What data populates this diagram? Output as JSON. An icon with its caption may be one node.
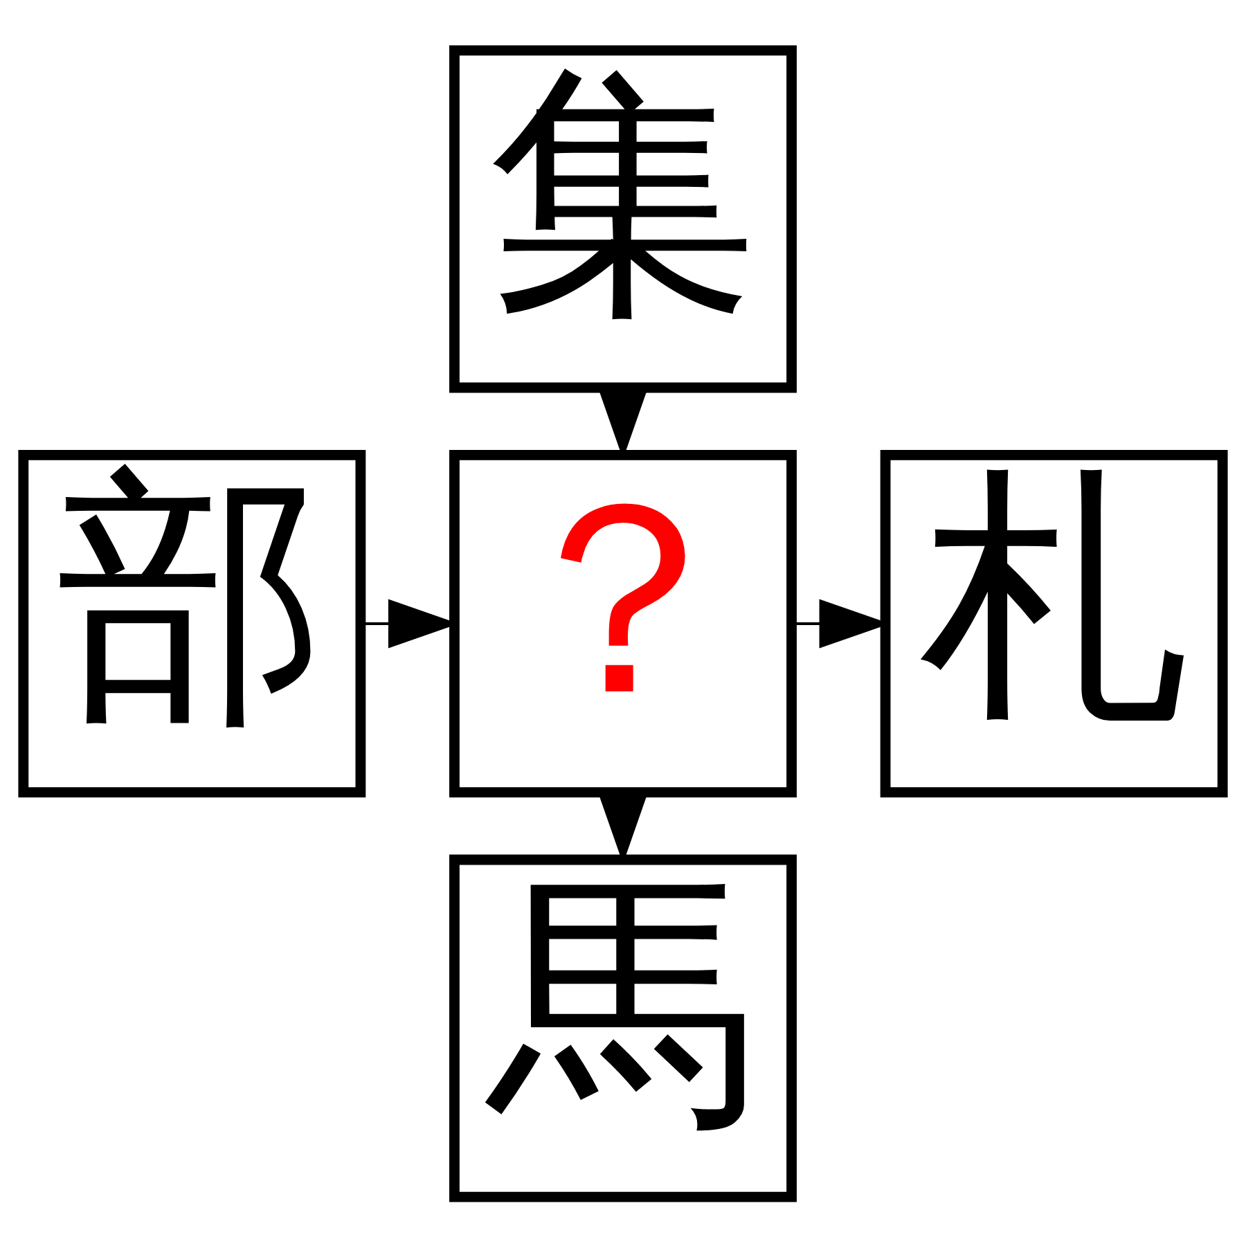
{
  "diagram": {
    "nodes": [
      {
        "text": [
          "集"
        ]
      },
      {
        "text": [
          "部"
        ]
      },
      {
        "text": [
          "？"
        ]
      },
      {
        "text": [
          "札"
        ]
      },
      {
        "text": [
          "馬"
        ]
      }
    ],
    "edges": [
      {
        "from": 0,
        "to": 2,
        "arrow": "to"
      },
      {
        "from": 1,
        "to": 2,
        "arrow": "to"
      },
      {
        "from": 2,
        "to": 3,
        "arrow": "to"
      },
      {
        "from": 2,
        "to": 4,
        "arrow": "to"
      }
    ]
  }
}
